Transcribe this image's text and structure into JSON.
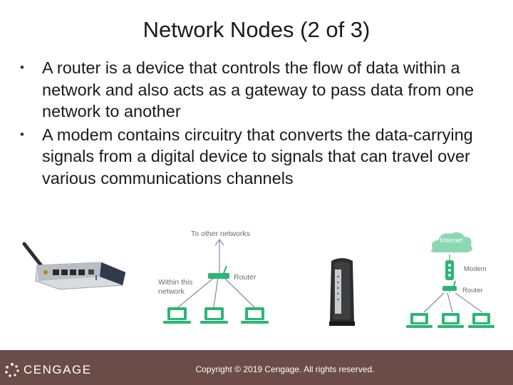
{
  "slide": {
    "title": "Network Nodes (2 of 3)",
    "bullets": [
      "A router is a device that controls the flow of data within a network and also acts as a gateway to pass data from one network to another",
      "A modem contains circuitry that converts the data-carrying signals from a digital device to signals that can travel over various communications channels"
    ],
    "bullet_marker": "•"
  },
  "figures": {
    "router_diagram": {
      "to_other_networks": "To other networks",
      "router": "Router",
      "within_line1": "Within this",
      "within_line2": "network"
    },
    "modem_diagram": {
      "internet": "Internet",
      "modem": "Modem",
      "router": "Router"
    }
  },
  "footer": {
    "logo_text": "CENGAGE",
    "copyright": "Copyright © 2019 Cengage. All rights reserved."
  },
  "colors": {
    "network_green": "#2bb673",
    "footer_bg": "#6b4c48"
  }
}
